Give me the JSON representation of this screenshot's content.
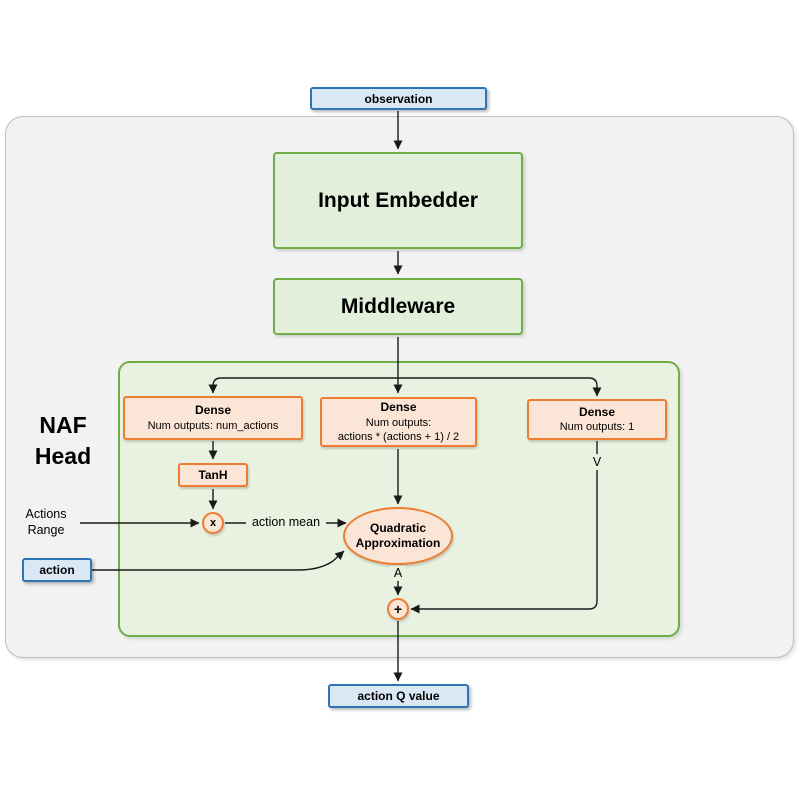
{
  "colors": {
    "blue_fill": "#dae8f6",
    "blue_border": "#2e75b6",
    "green_fill": "#e2efda",
    "green_border": "#70ad47",
    "naf_fill": "#e9f2e1",
    "orange_fill": "#fbe5d6",
    "orange_border": "#ed7d31",
    "gray_fill": "#f2f2f2",
    "gray_border": "#bfbfbf",
    "wire": "#1a1a1a"
  },
  "nodes": {
    "observation": {
      "label": "observation"
    },
    "input_embedder": {
      "label": "Input Embedder"
    },
    "middleware": {
      "label": "Middleware"
    },
    "naf_head": {
      "label": "NAF\nHead"
    },
    "dense_actions": {
      "title": "Dense",
      "subtitle": "Num outputs: num_actions"
    },
    "dense_quadratic": {
      "title": "Dense",
      "subtitle": "Num outputs:\nactions * (actions + 1) / 2"
    },
    "dense_value": {
      "title": "Dense",
      "subtitle": "Num outputs: 1"
    },
    "tanh": {
      "label": "TanH"
    },
    "multiply_op": {
      "label": "x"
    },
    "plus_op": {
      "label": "+"
    },
    "quadratic_approximation": {
      "label": "Quadratic\nApproximation"
    },
    "action": {
      "label": "action"
    },
    "action_q_value": {
      "label": "action Q value"
    }
  },
  "labels": {
    "actions_range": "Actions\nRange",
    "action_mean": "action mean",
    "advantage": "A",
    "value": "V"
  }
}
